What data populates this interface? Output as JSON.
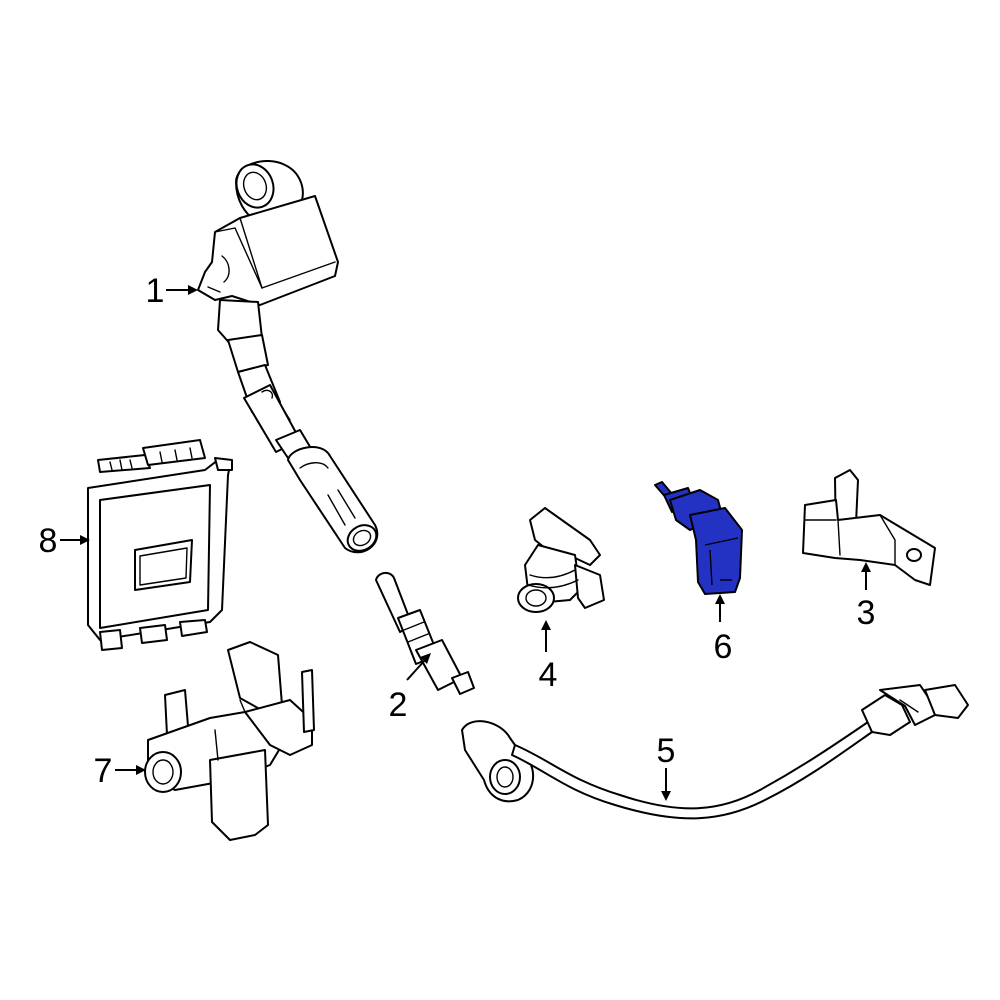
{
  "callouts": [
    {
      "id": "1",
      "label": "1"
    },
    {
      "id": "2",
      "label": "2"
    },
    {
      "id": "3",
      "label": "3"
    },
    {
      "id": "4",
      "label": "4"
    },
    {
      "id": "5",
      "label": "5"
    },
    {
      "id": "6",
      "label": "6"
    },
    {
      "id": "7",
      "label": "7"
    },
    {
      "id": "8",
      "label": "8"
    }
  ],
  "highlight": {
    "part": "6",
    "color": "#2432c4"
  }
}
